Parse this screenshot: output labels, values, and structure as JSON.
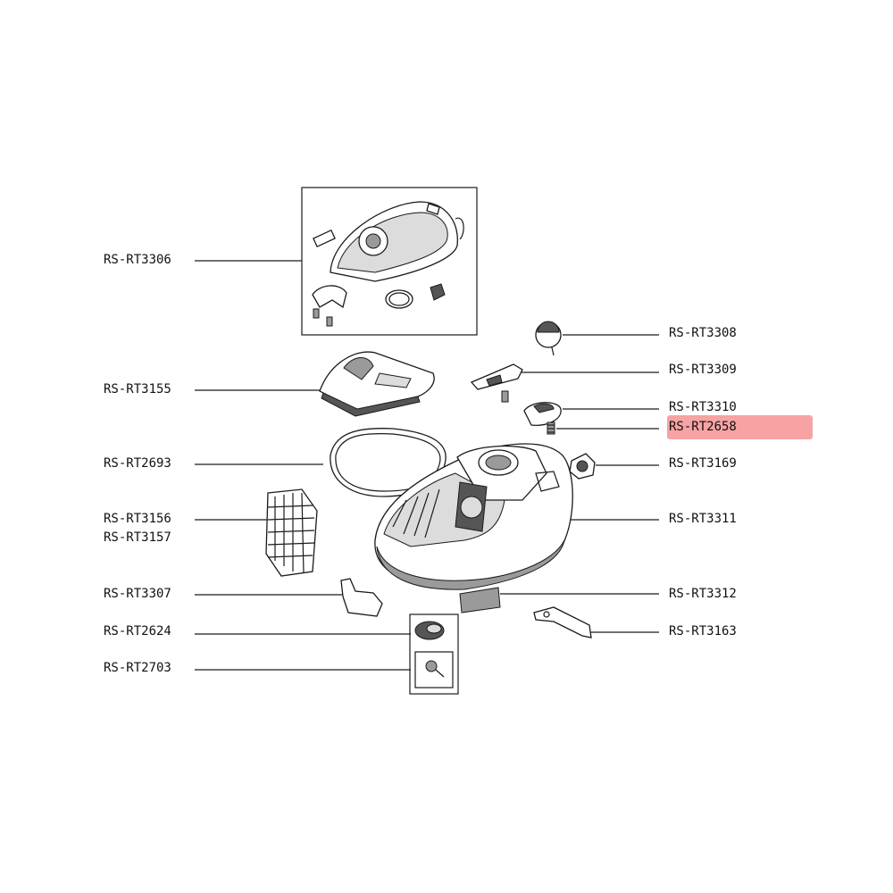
{
  "highlight_color": "#f7a3a3",
  "highlighted_part": "RS-RT2658",
  "labels": {
    "rt3306": "RS-RT3306",
    "rt3155": "RS-RT3155",
    "rt2693": "RS-RT2693",
    "rt3156": "RS-RT3156",
    "rt3157": "RS-RT3157",
    "rt3307": "RS-RT3307",
    "rt2624": "RS-RT2624",
    "rt2703": "RS-RT2703",
    "rt3308": "RS-RT3308",
    "rt3309": "RS-RT3309",
    "rt3310": "RS-RT3310",
    "rt2658": "RS-RT2658",
    "rt3169": "RS-RT3169",
    "rt3311": "RS-RT3311",
    "rt3312": "RS-RT3312",
    "rt3163": "RS-RT3163"
  }
}
